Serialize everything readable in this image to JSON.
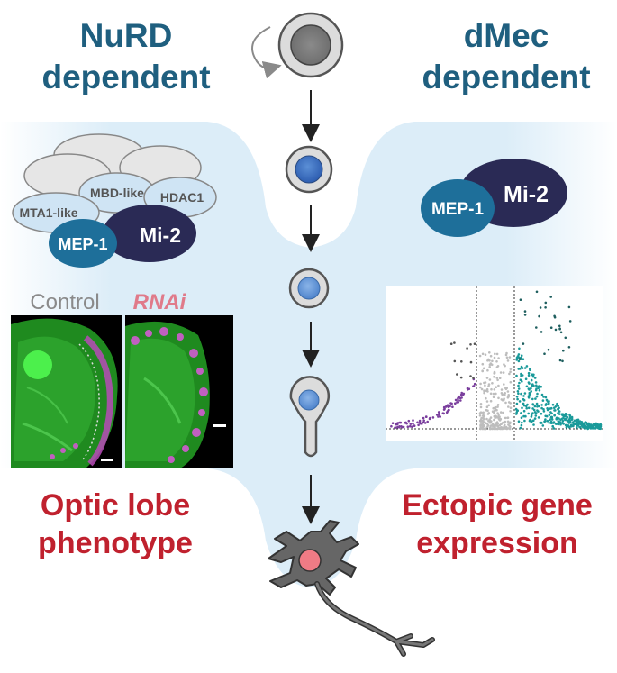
{
  "headings": {
    "left_top": [
      "NuRD",
      "dependent"
    ],
    "right_top": [
      "dMec",
      "dependent"
    ],
    "left_bottom": [
      "Optic lobe",
      "phenotype"
    ],
    "right_bottom": [
      "Ectopic gene",
      "expression"
    ]
  },
  "complex_left": {
    "labels": {
      "mbd": "MBD-like",
      "hdac": "HDAC1",
      "mta": "MTA1-like",
      "mep": "MEP-1",
      "mi2": "Mi-2"
    }
  },
  "complex_right": {
    "labels": {
      "mep": "MEP-1",
      "mi2": "Mi-2"
    }
  },
  "micrographs": {
    "control_label": "Control",
    "rnai_label": "RNAi"
  },
  "colors": {
    "heading_blue": "#1f5f7f",
    "heading_red": "#c0212e",
    "bg_light_blue": "#dcedf8",
    "mep_teal": "#1e6f9a",
    "mi2_navy": "#2a2a55",
    "subunit_light": "#cfe4f4",
    "neuron_gray": "#555555",
    "nucleus_pink": "#f07b85",
    "rnai_pink": "#e07a8a",
    "volcano_purple": "#7a3e9d",
    "volcano_teal": "#1a9a9a"
  }
}
